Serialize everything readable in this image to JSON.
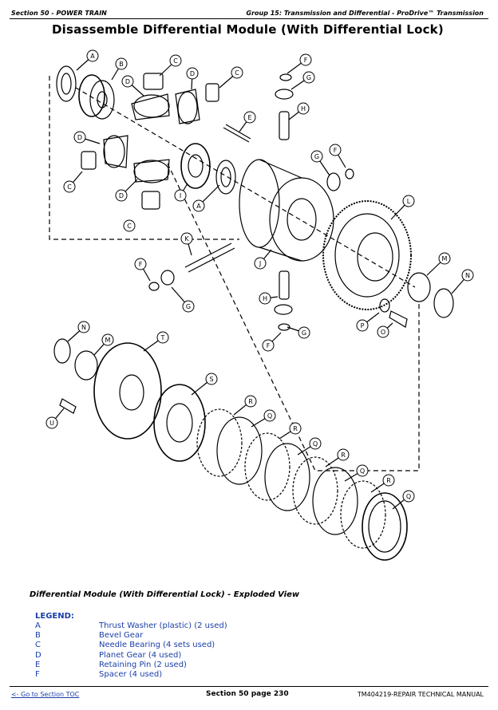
{
  "header": {
    "left": "Section 50 - POWER TRAIN",
    "right": "Group 15: Transmission and Differential - ProDrive™ Transmission"
  },
  "title": "Disassemble Differential Module (With Differential Lock)",
  "figure": {
    "caption": "Differential Module (With Differential Lock) - Exploded View",
    "labels": [
      "A",
      "B",
      "C",
      "D",
      "E",
      "F",
      "G",
      "H",
      "I",
      "J",
      "K",
      "L",
      "M",
      "N",
      "O",
      "P",
      "Q",
      "R",
      "S",
      "T",
      "U"
    ]
  },
  "legend": {
    "heading": "LEGEND:",
    "items": [
      {
        "key": "A",
        "text": "Thrust Washer (plastic) (2 used)"
      },
      {
        "key": "B",
        "text": "Bevel Gear"
      },
      {
        "key": "C",
        "text": "Needle Bearing (4 sets used)"
      },
      {
        "key": "D",
        "text": "Planet Gear (4 used)"
      },
      {
        "key": "E",
        "text": "Retaining Pin (2 used)"
      },
      {
        "key": "F",
        "text": "Spacer (4 used)"
      }
    ]
  },
  "footer": {
    "left": "<- Go to Section TOC",
    "center": "Section 50 page 230",
    "right": "TM404219-REPAIR TECHNICAL MANUAL"
  }
}
